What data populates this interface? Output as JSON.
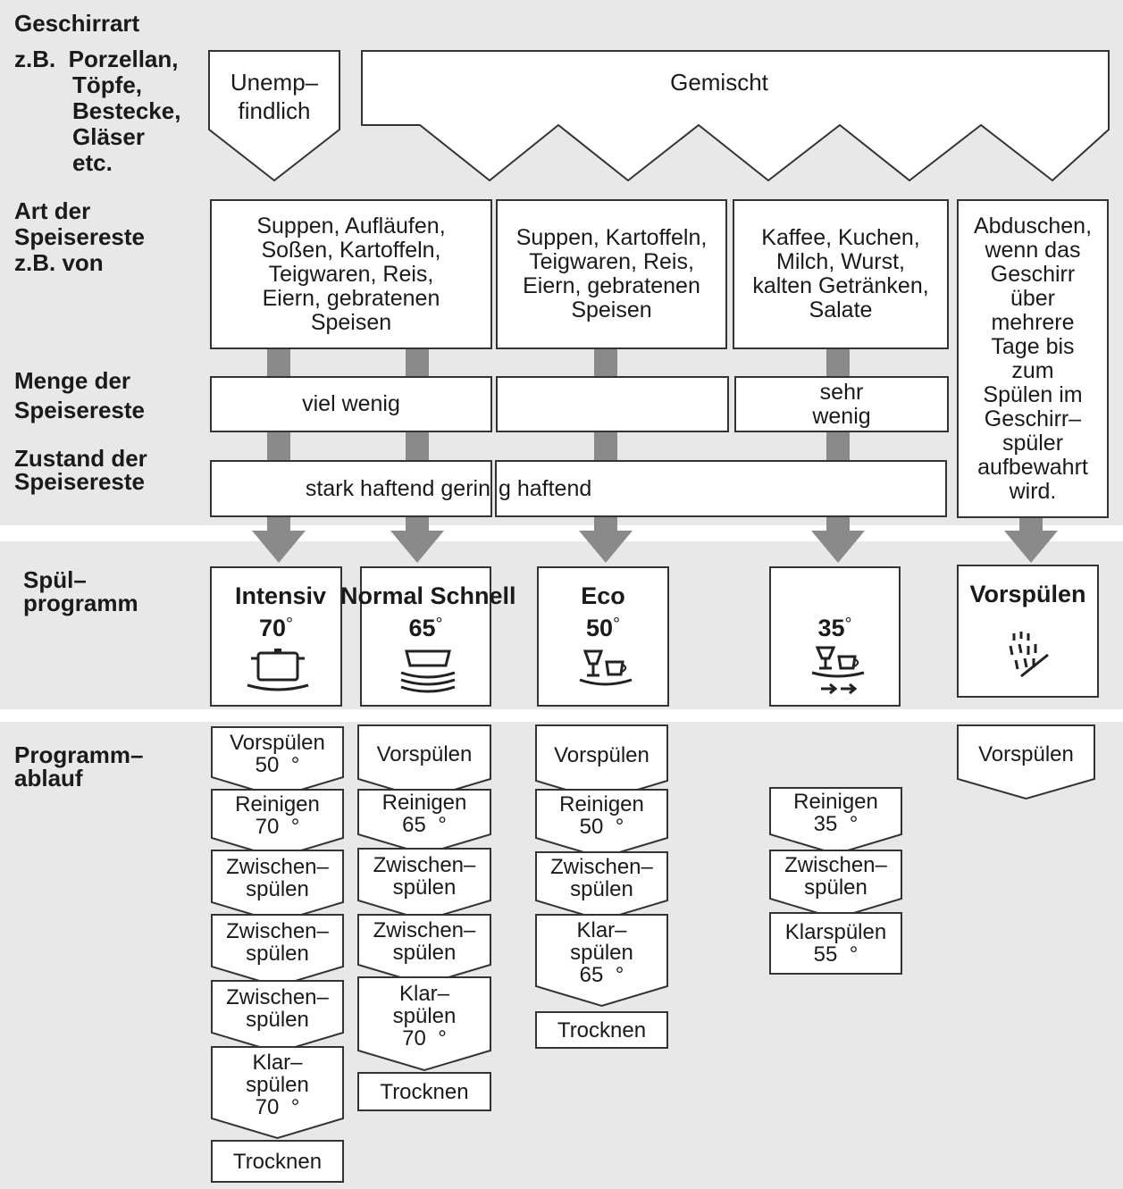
{
  "rows": {
    "geschirrart": "Geschirrart",
    "beispiel": "z.B.  Porzellan,\n         Töpfe,\n         Bestecke,\n         Gläser\n         etc.",
    "art": "Art der\nSpeisereste\nz.B. von",
    "menge": "Menge der\nSpeisereste",
    "zustand": "Zustand der\nSpeisereste",
    "programm": "Spül–\nprogramm",
    "ablauf": "Programm–\nablauf"
  },
  "header": {
    "unempfindlich": "Unemp–\nfindlich",
    "gemischt": "Gemischt"
  },
  "art": [
    "Suppen, Aufläufen,\nSoßen, Kartoffeln,\nTeigwaren, Reis,\nEiern, gebratenen\nSpeisen",
    "Suppen, Kartoffeln,\nTeigwaren, Reis,\nEiern, gebratenen\nSpeisen",
    "Kaffee, Kuchen,\nMilch, Wurst,\nkalten Getränken,\nSalate",
    "Abduschen,\nwenn das\nGeschirr\nüber\nmehrere\nTage bis\nzum\nSpülen im\nGeschirr–\nspüler\naufbewahrt\nwird."
  ],
  "menge": {
    "a": "viel wenig",
    "b": "",
    "c": "sehr\nwenig"
  },
  "zustand": {
    "a": "stark haftend gerin",
    "b": "g haftend"
  },
  "programs": [
    {
      "name": "Intensiv",
      "temp": "70",
      "icon": "pot-icon"
    },
    {
      "name": "Normal Schnell",
      "temp": "65",
      "icon": "dishes-icon"
    },
    {
      "name": "Eco",
      "temp": "50",
      "icon": "glass-cup-icon"
    },
    {
      "name": "",
      "temp": "35",
      "icon": "glass-cup-fast-icon"
    },
    {
      "name": "Vorspülen",
      "temp": "",
      "icon": "spray-icon"
    }
  ],
  "degree": "°",
  "steps": {
    "intensiv": [
      "Vorspülen\n50  °",
      "Reinigen\n70  °",
      "Zwischen–\nspülen",
      "Zwischen–\nspülen",
      "Zwischen–\nspülen",
      "Klar–\nspülen\n70  °",
      "Trocknen"
    ],
    "normal": [
      "Vorspülen",
      "Reinigen\n65  °",
      "Zwischen–\nspülen",
      "Zwischen–\nspülen",
      "Klar–\nspülen\n70  °",
      "Trocknen"
    ],
    "eco": [
      "Vorspülen",
      "Reinigen\n50  °",
      "Zwischen–\nspülen",
      "Klar–\nspülen\n65  °",
      "Trocknen"
    ],
    "fast": [
      "Reinigen\n35  °",
      "Zwischen–\nspülen",
      "Klarspülen\n55  °"
    ],
    "vorspuelen": [
      "Vorspülen"
    ]
  }
}
